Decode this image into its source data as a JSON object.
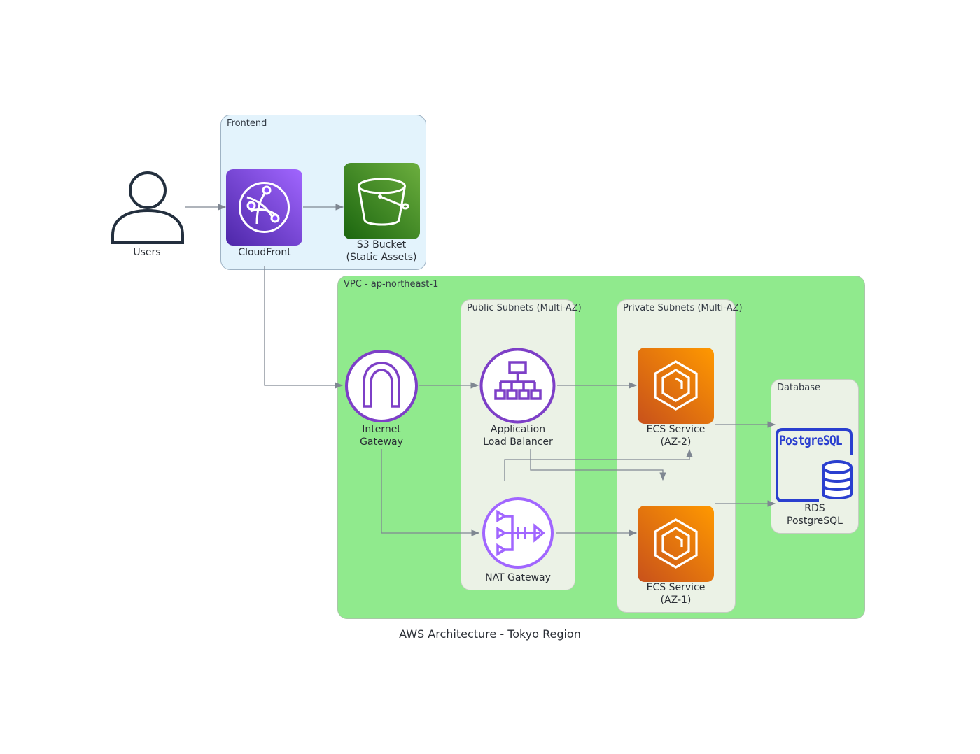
{
  "title": "AWS Architecture - Tokyo Region",
  "clusters": {
    "frontend": "Frontend",
    "vpc": "VPC - ap-northeast-1",
    "public": "Public Subnets (Multi-AZ)",
    "private": "Private Subnets (Multi-AZ)",
    "database": "Database"
  },
  "nodes": {
    "users": [
      "Users"
    ],
    "cloudfront": [
      "CloudFront"
    ],
    "s3": [
      "S3 Bucket",
      "(Static Assets)"
    ],
    "igw": [
      "Internet",
      "Gateway"
    ],
    "alb": [
      "Application",
      "Load Balancer"
    ],
    "nat": [
      "NAT Gateway"
    ],
    "ecs2": [
      "ECS Service",
      "(AZ-2)"
    ],
    "ecs1": [
      "ECS Service",
      "(AZ-1)"
    ],
    "rds": [
      "RDS",
      "PostgreSQL"
    ],
    "postgres_logo": "PostgreSQL"
  },
  "colors": {
    "frontend_bg": "#e3f3fc",
    "vpc_bg": "#90ea8d",
    "subnet_bg": "#ebf2e6",
    "cloudfront": "#8c4fff",
    "s3": "#3f8624",
    "ecs": "#ed7100",
    "purple_ring": "#8c4fff",
    "postgres_blue": "#2a3fcf",
    "edge": "#7f8792"
  },
  "icons": {
    "users": "user-icon",
    "cloudfront": "cloudfront-icon",
    "s3": "s3-bucket-icon",
    "igw": "internet-gateway-icon",
    "alb": "load-balancer-icon",
    "nat": "nat-gateway-icon",
    "ecs": "ecs-service-icon",
    "rds": "postgresql-database-icon"
  }
}
